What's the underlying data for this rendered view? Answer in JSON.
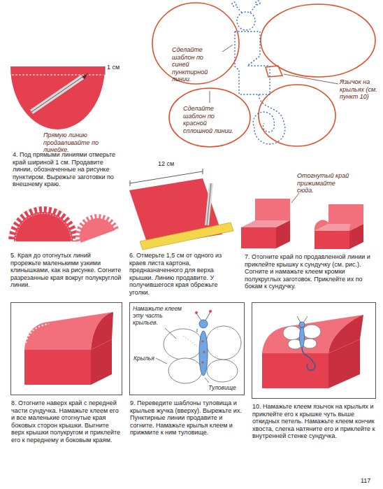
{
  "diagram": {
    "nodes": [
      {
        "text": [
          "8. Отогните наверх край с передней части сундучка. Намажьте клеем его и все маленькие отогнутые края боковых сторон крышки. Выгните верх крышки полукругом и приклейте его к переднему и боковым краям."
        ]
      },
      {
        "text": [
          "Намажьте клеем эту часть крыльев.",
          "Крылья",
          "Туловище",
          "9. Переведите шаблоны туловища и крыльев жучка (вверху). Вырежьте их. Пунктирные линии продавите и согните. Намажьте крылья клеем и прижмите к ним туловище."
        ]
      },
      {
        "text": [
          "10. Намажьте клеем язычок на крыльях и приклейте его к крышке чуть выше откидных петель. Намажьте клеем кончик хвоста, слегка натяните его и приклейте к внутренней стенке сундучка."
        ]
      }
    ],
    "labels": [
      "1 см",
      "Прямую линию продавливайте по линейке.",
      "4. Под прямыми линиями отмерьте край шириной 1 см. Продавите линии, обозначенные на рисунке пунктиром. Вырежьте заготовки по внешнему краю.",
      "Сделайте шаблон по синей пунктирной линии.",
      "Язычок на крыльях (см. пункт 10)",
      "Сделайте шаблон по красной сплошной линии.",
      "12 см",
      "Отогнутый край прижимайте сюда.",
      "5. Края до отогнутых линий прорежьте маленькими узкими клинышками, как на рисунке. Согните разрезанные края вокруг полукруглой линии.",
      "6. Отмерьте 1,5 см от одного из краев листа картона, предназначенного для верха крышки. Линию продавите. У получившегося края обрежьте уголки.",
      "7. Отогните край по продавленной линии и приклейте крышку к сундучку (см. рис.). Согните и намажьте клеем кромки полукруглых заготовок. Приклейте их по бокам к сундучку.",
      "117"
    ]
  }
}
